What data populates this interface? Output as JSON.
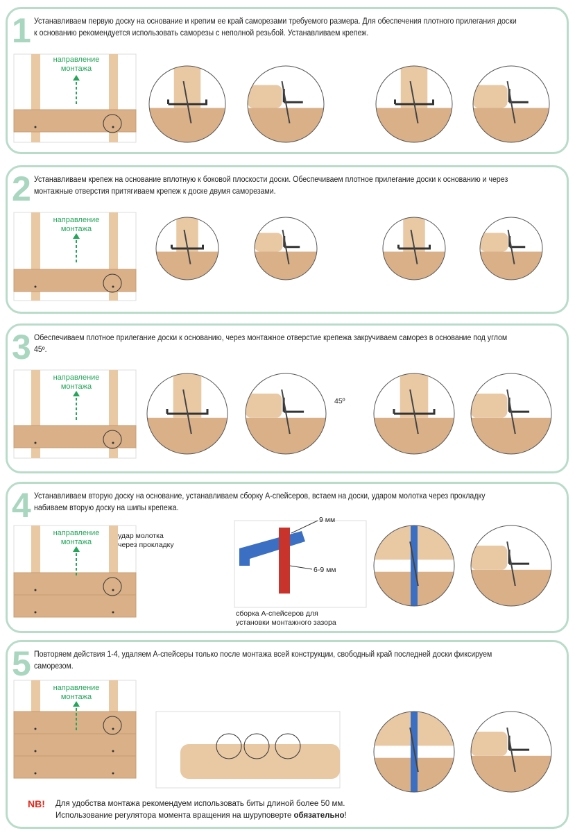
{
  "steps": [
    {
      "number": "1",
      "text": "Устанавливаем первую доску на основание и крепим ее край саморезами требуемого размера. Для обеспечения плотного прилегания доски к основанию рекомендуется использовать саморезы с неполной резьбой. Устанавливаем крепеж."
    },
    {
      "number": "2",
      "text": "Устанавливаем крепеж на основание вплотную к боковой плоскости доски. Обеспечиваем плотное прилегание доски к основанию и через монтажные отверстия притягиваем крепеж к доске двумя саморезами."
    },
    {
      "number": "3",
      "text": "Обеспечиваем плотное прилегание доски к основанию, через монтажное отверстие крепежа закручиваем саморез в основание под углом 45º."
    },
    {
      "number": "4",
      "text": "Устанавливаем вторую доску на основание, устанавливаем сборку А-спейсеров, встаем на доски, ударом молотка через прокладку набиваем вторую доску на шипы крепежа."
    },
    {
      "number": "5",
      "text": "Повторяем действия 1-4, удаляем А-спейсеры только после монтажа всей конструкции, свободный край последней доски фиксируем саморезом."
    }
  ],
  "direction_label": "направление монтажа",
  "angle_label": "45º",
  "hammer_label": "удар молотка через прокладку",
  "spacer": {
    "gap_top": "9 мм",
    "gap_side": "6-9 мм",
    "caption": "сборка А-спейсеров для установки монтажного зазора"
  },
  "note": {
    "badge": "NB!",
    "line1": "Для удобства монтажа рекомендуем использовать биты длиной более 50 мм.",
    "line2_prefix": "Использование регулятора момента вращения на шуруповерте ",
    "line2_bold": "обязательно",
    "line2_suffix": "!"
  },
  "colors": {
    "border": "#b9dcc9",
    "wood": "#e8c9a4",
    "wood_dark": "#d9b088",
    "green": "#23a55a",
    "red": "#e2271c",
    "blue": "#3a6fc4",
    "spacer_red": "#c8332b"
  }
}
